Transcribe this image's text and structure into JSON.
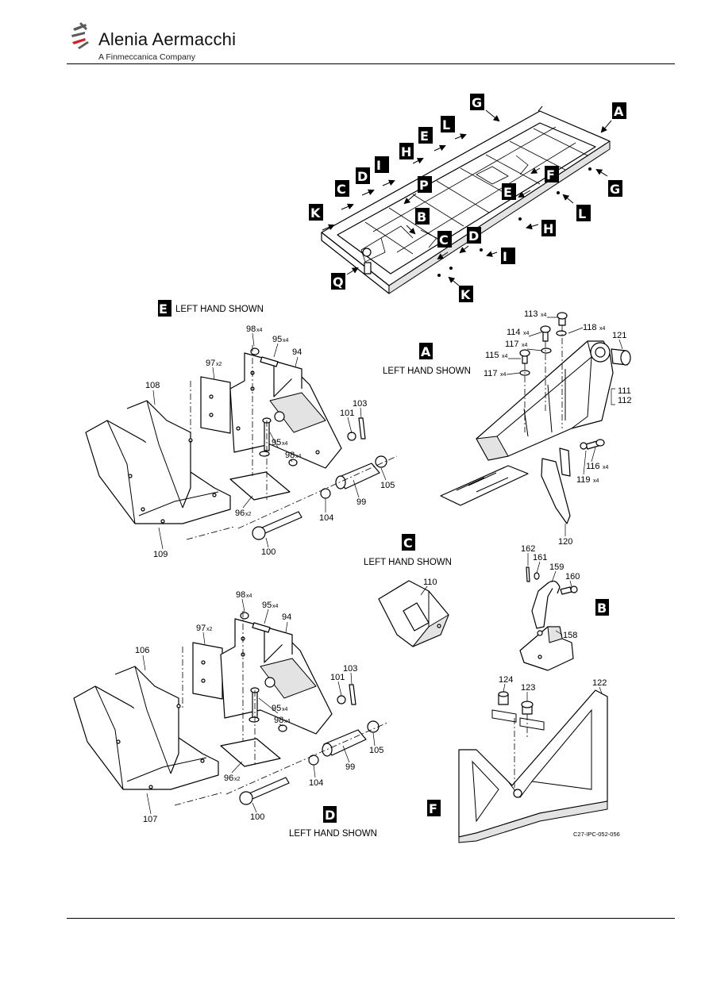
{
  "header": {
    "brand": "Alenia Aermacchi",
    "subtitle": "A Finmeccanica Company"
  },
  "view_letters": {
    "G": "G",
    "A": "A",
    "L": "L",
    "E": "E",
    "H": "H",
    "I": "I",
    "D": "D",
    "C": "C",
    "K": "K",
    "P": "P",
    "B": "B",
    "F": "F",
    "Q": "Q"
  },
  "captions": {
    "E": "LEFT HAND SHOWN",
    "A": "LEFT HAND SHOWN",
    "C": "LEFT HAND SHOWN",
    "D": "LEFT HAND SHOWN"
  },
  "callouts": {
    "p98a": "98",
    "p98a_q": "x4",
    "p95a": "95",
    "p95a_q": "x4",
    "p94a": "94",
    "p97a": "97",
    "p97a_q": "x2",
    "p108": "108",
    "p103a": "103",
    "p101a": "101",
    "p95b": "95",
    "p95b_q": "x4",
    "p98b": "98",
    "p98b_q": "x4",
    "p96a": "96",
    "p96a_q": "x2",
    "p105a": "105",
    "p99a": "99",
    "p104a": "104",
    "p100a": "100",
    "p109": "109",
    "p113": "113",
    "p113_q": "x4",
    "p114": "114",
    "p114_q": "x4",
    "p118": "118",
    "p118_q": "x4",
    "p121": "121",
    "p117a": "117",
    "p117a_q": "x4",
    "p115": "115",
    "p115_q": "x4",
    "p117b": "117",
    "p117b_q": "x4",
    "p111": "111",
    "p112": "112",
    "p116": "116",
    "p116_q": "x4",
    "p119": "119",
    "p119_q": "x4",
    "p120": "120",
    "p162": "162",
    "p161": "161",
    "p159": "159",
    "p160": "160",
    "p158": "158",
    "p110": "110",
    "p98c": "98",
    "p98c_q": "x4",
    "p95c": "95",
    "p95c_q": "x4",
    "p94b": "94",
    "p97b": "97",
    "p97b_q": "x2",
    "p106": "106",
    "p103b": "103",
    "p101b": "101",
    "p95d": "95",
    "p95d_q": "x4",
    "p98d": "98",
    "p98d_q": "x4",
    "p96b": "96",
    "p96b_q": "x2",
    "p105b": "105",
    "p99b": "99",
    "p104b": "104",
    "p100b": "100",
    "p107": "107",
    "p124": "124",
    "p123": "123",
    "p122": "122"
  },
  "figure_ref": "C27-IPC-052-056",
  "colors": {
    "ink": "#000000",
    "logo_red": "#d2232a",
    "logo_gray": "#5a5a5a",
    "fill_light": "#e3e3e3"
  }
}
